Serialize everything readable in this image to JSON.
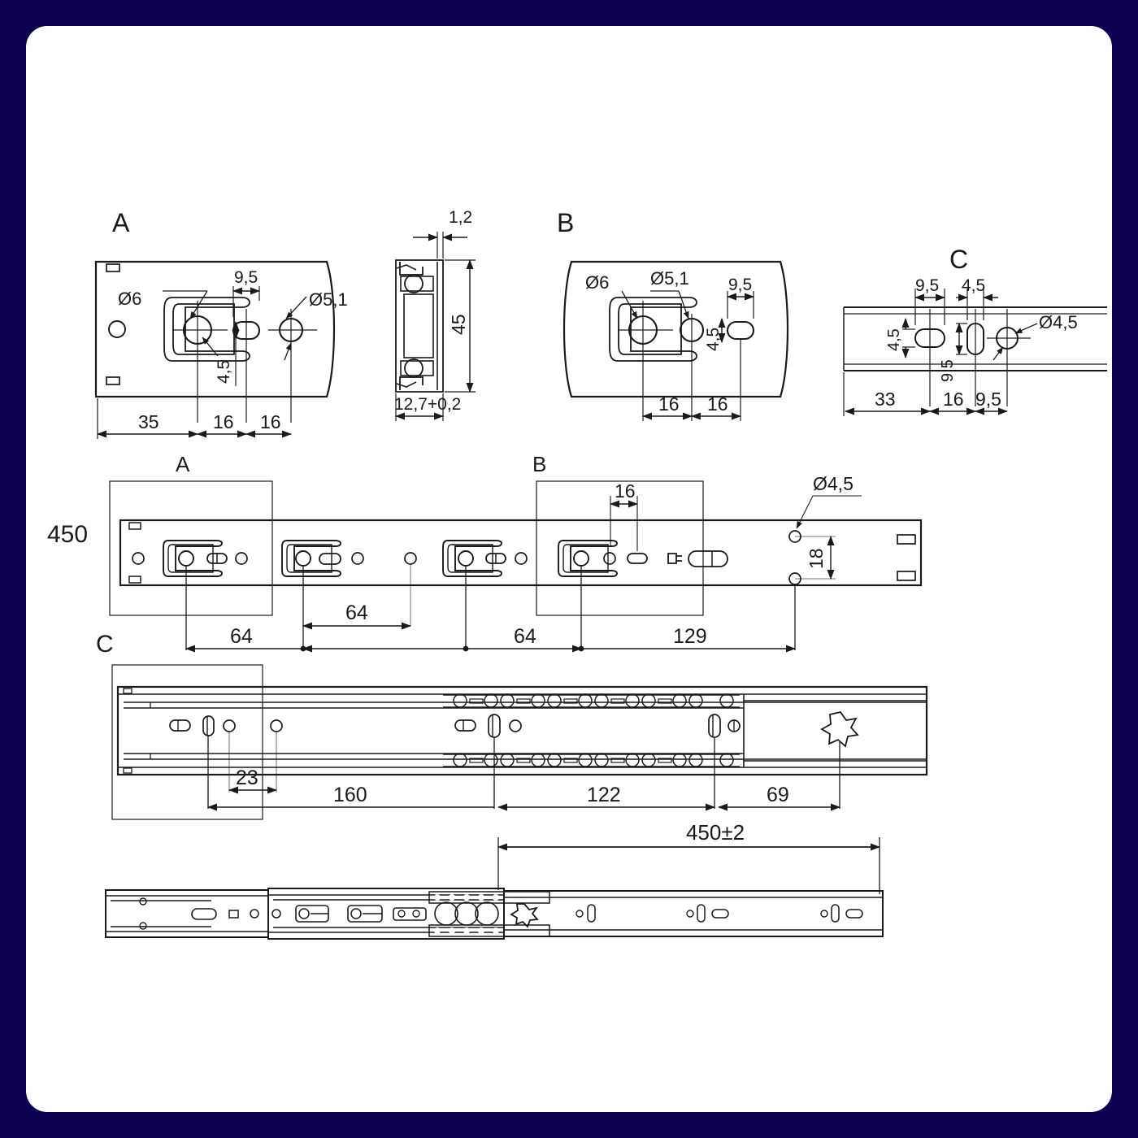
{
  "drawing": {
    "type": "technical-drawing",
    "subject": "ball-bearing drawer slide / telescopic rail",
    "units": "mm",
    "border_color": "#0d0352",
    "line_color": "#1a1a1a",
    "background_color": "#ffffff"
  },
  "detail_labels": {
    "a_top": "A",
    "b_top": "B",
    "c_top": "C",
    "a_mid": "A",
    "b_mid": "B",
    "c_mid": "C"
  },
  "detail_A": {
    "callout_d6": "Ø6",
    "callout_d51": "Ø5,1",
    "dim_9_5": "9,5",
    "dim_4_5": "4,5",
    "dim_35": "35",
    "dim_16_a": "16",
    "dim_16_b": "16"
  },
  "section_profile": {
    "dim_1_2": "1,2",
    "dim_45": "45",
    "dim_12_7": "12,7+0,2"
  },
  "detail_B": {
    "callout_d6": "Ø6",
    "callout_d51": "Ø5,1",
    "dim_9_5": "9,5",
    "dim_4_5": "4,5",
    "dim_16_a": "16",
    "dim_16_b": "16"
  },
  "detail_C": {
    "callout_d45": "Ø4,5",
    "dim_9_5_top": "9,5",
    "dim_4_5_top": "4,5",
    "dim_4_5_left": "4,5",
    "dim_9_5_vert": "9,5",
    "dim_33": "33",
    "dim_16": "16",
    "dim_9_5_bottom": "9,5"
  },
  "main_rail": {
    "length_label": "450",
    "callout_d45": "Ø4,5",
    "dim_16": "16",
    "dim_18": "18",
    "dim_64_a": "64",
    "dim_64_b": "64",
    "dim_64_c": "64",
    "dim_129": "129"
  },
  "slide_rail": {
    "dim_23": "23",
    "dim_160": "160",
    "dim_122": "122",
    "dim_69": "69"
  },
  "extended_view": {
    "dim_450": "450±2"
  }
}
